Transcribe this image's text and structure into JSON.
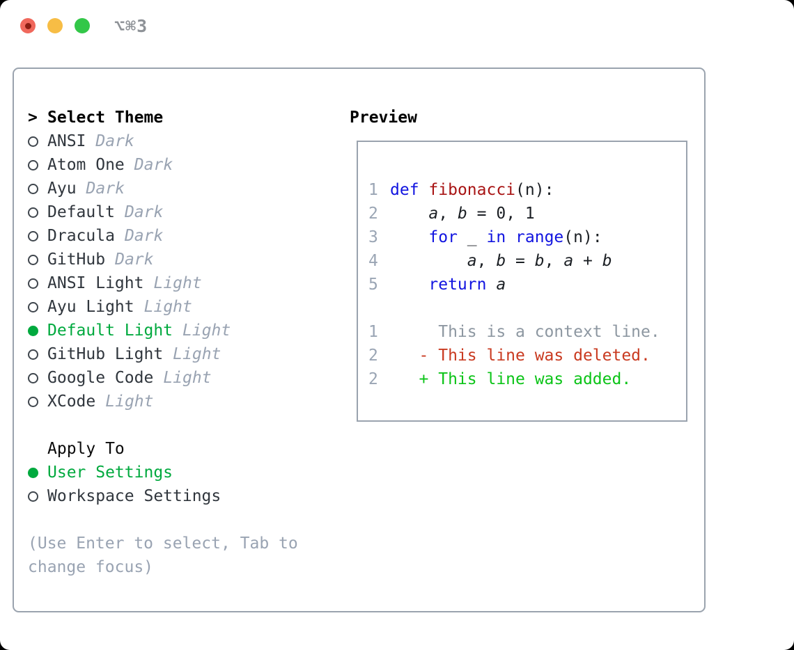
{
  "window": {
    "shortcut": "⌥⌘3"
  },
  "theme_picker": {
    "title_marker": ">",
    "title": "Select Theme",
    "items": [
      {
        "name": "ANSI",
        "variant": "Dark",
        "selected": false
      },
      {
        "name": "Atom One",
        "variant": "Dark",
        "selected": false
      },
      {
        "name": "Ayu",
        "variant": "Dark",
        "selected": false
      },
      {
        "name": "Default",
        "variant": "Dark",
        "selected": false
      },
      {
        "name": "Dracula",
        "variant": "Dark",
        "selected": false
      },
      {
        "name": "GitHub",
        "variant": "Dark",
        "selected": false
      },
      {
        "name": "ANSI Light",
        "variant": "Light",
        "selected": false
      },
      {
        "name": "Ayu Light",
        "variant": "Light",
        "selected": false
      },
      {
        "name": "Default Light",
        "variant": "Light",
        "selected": true
      },
      {
        "name": "GitHub Light",
        "variant": "Light",
        "selected": false
      },
      {
        "name": "Google Code",
        "variant": "Light",
        "selected": false
      },
      {
        "name": "XCode",
        "variant": "Light",
        "selected": false
      }
    ],
    "apply_to": {
      "title": "Apply To",
      "options": [
        {
          "label": "User Settings",
          "selected": true
        },
        {
          "label": "Workspace Settings",
          "selected": false
        }
      ]
    },
    "hint_lines": [
      "(Use Enter to select, Tab to",
      "change focus)"
    ]
  },
  "preview": {
    "title": "Preview",
    "code_lines": [
      {
        "num": "1",
        "tokens": [
          [
            "kw",
            "def"
          ],
          [
            "pl",
            " "
          ],
          [
            "fn",
            "fibonacci"
          ],
          [
            "pl",
            "(n):"
          ]
        ]
      },
      {
        "num": "2",
        "tokens": [
          [
            "pl",
            "    "
          ],
          [
            "var",
            "a"
          ],
          [
            "pl",
            ", "
          ],
          [
            "var",
            "b"
          ],
          [
            "pl",
            " = 0, 1"
          ]
        ]
      },
      {
        "num": "3",
        "tokens": [
          [
            "pl",
            "    "
          ],
          [
            "kw",
            "for"
          ],
          [
            "pl",
            " _ "
          ],
          [
            "kw",
            "in"
          ],
          [
            "pl",
            " "
          ],
          [
            "kw",
            "range"
          ],
          [
            "pl",
            "(n):"
          ]
        ]
      },
      {
        "num": "4",
        "tokens": [
          [
            "pl",
            "        "
          ],
          [
            "var",
            "a"
          ],
          [
            "pl",
            ", "
          ],
          [
            "var",
            "b"
          ],
          [
            "pl",
            " = "
          ],
          [
            "var",
            "b"
          ],
          [
            "pl",
            ", "
          ],
          [
            "var",
            "a"
          ],
          [
            "pl",
            " + "
          ],
          [
            "var",
            "b"
          ]
        ]
      },
      {
        "num": "5",
        "tokens": [
          [
            "pl",
            "    "
          ],
          [
            "kw",
            "return"
          ],
          [
            "pl",
            " "
          ],
          [
            "var",
            "a"
          ]
        ]
      },
      {
        "num": "",
        "tokens": []
      },
      {
        "num": "1",
        "tokens": [
          [
            "ctx",
            "     This is a context line."
          ]
        ]
      },
      {
        "num": "2",
        "tokens": [
          [
            "del",
            "   - This line was deleted."
          ]
        ]
      },
      {
        "num": "2",
        "tokens": [
          [
            "add",
            "   + This line was added."
          ]
        ]
      }
    ]
  },
  "colors": {
    "green": "#00a93e",
    "added": "#0cc418",
    "deleted": "#c93a20",
    "kw": "#1114e0",
    "fn": "#a81414",
    "border": "#9aa3ae",
    "muted": "#99a3b2",
    "linenum": "#9aa5b4",
    "ctx": "#8d97a1",
    "tlred": "#f0685c",
    "tlreddot": "#8c1d12",
    "tlyellow": "#f7bd45",
    "tlgreen": "#33c748"
  }
}
